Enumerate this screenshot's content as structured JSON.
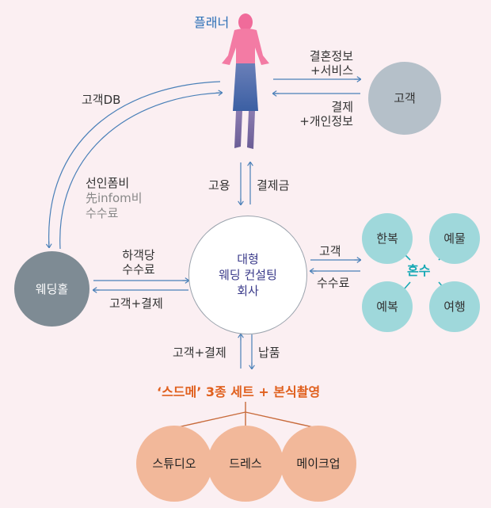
{
  "planner": {
    "label": "플래너"
  },
  "customer": {
    "label": "고객"
  },
  "company": {
    "label": "대형\n웨딩 컨설팅\n회사"
  },
  "wedding_hall": {
    "label": "웨딩홀"
  },
  "honsu": {
    "label": "혼수",
    "items": [
      "한복",
      "예물",
      "예복",
      "여행"
    ]
  },
  "package": {
    "title": "‘스드메’ 3종 세트 + 본식촬영",
    "items": [
      "스튜디오",
      "드레스",
      "메이크업"
    ]
  },
  "flows": {
    "planner_to_customer": "결혼정보\n+서비스",
    "customer_to_planner": "결제\n+개인정보",
    "hall_to_planner": "고객DB",
    "planner_to_hall_1": "선인폼비",
    "planner_to_hall_2": "先infom비",
    "planner_to_hall_3": "수수료",
    "employment": "고용",
    "payment": "결제금",
    "hall_to_company": "하객당\n수수료",
    "company_to_hall": "고객+결제",
    "company_to_honsu": "고객",
    "honsu_to_company": "수수료",
    "company_to_package": "고객+결제",
    "package_to_company": "납품"
  },
  "colors": {
    "background": "#fbeff2",
    "planner_label": "#2b6fb6",
    "customer_fill": "#b5c0c9",
    "hall_fill": "#7e8b94",
    "honsu_fill": "#9fd8db",
    "honsu_label": "#18a9b5",
    "package_fill": "#f2b89a",
    "package_title": "#e0601e",
    "arrow": "#4a80b8"
  }
}
